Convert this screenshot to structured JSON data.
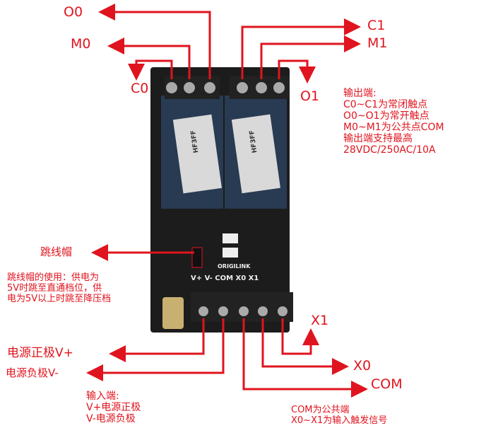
{
  "colors": {
    "annotation": "#e0141e",
    "board": "#1c1c1c",
    "relay": "#2a3f5a",
    "terminal": "#222"
  },
  "labels": {
    "o0": "O0",
    "m0": "M0",
    "c0": "C0",
    "c1": "C1",
    "m1": "M1",
    "o1": "O1",
    "jumper": "跳线帽",
    "vplus": "电源正极V+",
    "vminus": "电源负极V-",
    "com": "COM",
    "x0": "X0",
    "x1": "X1"
  },
  "output_note": [
    "输出端:",
    "C0~C1为常闭触点",
    "O0~O1为常开触点",
    "M0~M1为公共点COM",
    "输出端支持最高",
    "28VDC/250AC/10A"
  ],
  "jumper_note": [
    "跳线帽的使用：供电为",
    "5V时跳至直通档位，供",
    "电为5V以上时跳至降压档"
  ],
  "input_note": [
    "输入端:",
    "V+电源正极",
    "V-电源负极"
  ],
  "com_note": [
    "COM为公共端",
    "X0~X1为输入触发信号"
  ],
  "board": {
    "terminals": "V+  V-  COM  X0  X1",
    "brand": "ORIGILINK",
    "relay_model": "HF3FF"
  }
}
